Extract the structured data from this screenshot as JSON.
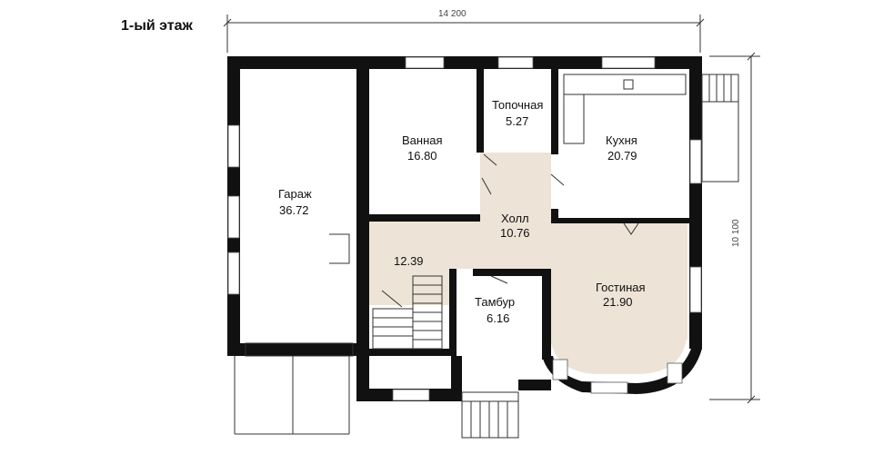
{
  "title": "1-ый этаж",
  "dimensions": {
    "width": "14 200",
    "depth": "10 100"
  },
  "rooms": {
    "garage": {
      "name": "Гараж",
      "area": "36.72"
    },
    "bath": {
      "name": "Ванная",
      "area": "16.80"
    },
    "boiler": {
      "name": "Топочная",
      "area": "5.27"
    },
    "kitchen": {
      "name": "Кухня",
      "area": "20.79"
    },
    "hall": {
      "name": "Холл",
      "area": "10.76"
    },
    "corridor": {
      "area": "12.39"
    },
    "vestibule": {
      "name": "Тамбур",
      "area": "6.16"
    },
    "living": {
      "name": "Гостиная",
      "area": "21.90"
    }
  }
}
